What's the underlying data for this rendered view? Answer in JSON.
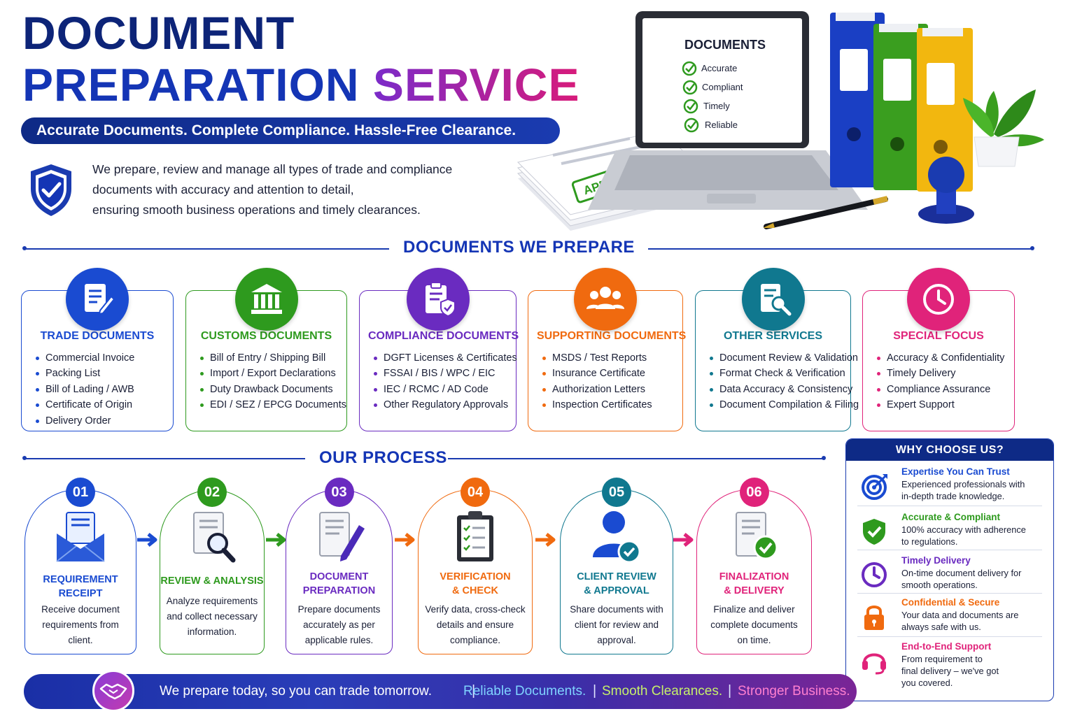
{
  "header": {
    "title_line1": "DOCUMENT",
    "title_line2_a": "PREPARATION",
    "title_line2_b": "SERVICE",
    "tagline": "Accurate Documents. Complete Compliance. Hassle-Free Clearance.",
    "intro_lines": [
      "We prepare, review and manage all types of trade and compliance",
      "documents with accuracy and attention to detail,",
      "ensuring smooth business operations and timely clearances."
    ]
  },
  "hero": {
    "screen_title": "DOCUMENTS",
    "checklist": [
      "Accurate",
      "Compliant",
      "Timely",
      "Reliable"
    ],
    "stamp_text": "APPROVED"
  },
  "documents_section": {
    "title": "DOCUMENTS WE PREPARE",
    "cards": [
      {
        "title": "TRADE DOCUMENTS",
        "color": "#1a4bd1",
        "icon": "document-pen-icon",
        "items": [
          "Commercial Invoice",
          "Packing List",
          "Bill of Lading / AWB",
          "Certificate of Origin",
          "Delivery Order"
        ]
      },
      {
        "title": "CUSTOMS DOCUMENTS",
        "color": "#2e9a1e",
        "icon": "bank-building-icon",
        "items": [
          "Bill of Entry / Shipping Bill",
          "Import / Export Declarations",
          "Duty Drawback Documents",
          "EDI / SEZ / EPCG Documents"
        ]
      },
      {
        "title": "COMPLIANCE DOCUMENTS",
        "color": "#6a2bc0",
        "icon": "clipboard-shield-icon",
        "items": [
          "DGFT Licenses & Certificates",
          "FSSAI / BIS / WPC / EIC",
          "IEC / RCMC / AD Code",
          "Other Regulatory Approvals"
        ]
      },
      {
        "title": "SUPPORTING DOCUMENTS",
        "color": "#f06a0f",
        "icon": "people-group-icon",
        "items": [
          "MSDS / Test Reports",
          "Insurance Certificate",
          "Authorization Letters",
          "Inspection Certificates"
        ]
      },
      {
        "title": "OTHER SERVICES",
        "color": "#10788f",
        "icon": "document-search-icon",
        "items": [
          "Document Review & Validation",
          "Format Check & Verification",
          "Data Accuracy & Consistency",
          "Document Compilation & Filing"
        ]
      },
      {
        "title": "SPECIAL FOCUS",
        "color": "#e0237a",
        "icon": "clock-icon",
        "items": [
          "Accuracy & Confidentiality",
          "Timely Delivery",
          "Compliance Assurance",
          "Expert Support"
        ]
      }
    ]
  },
  "process_section": {
    "title": "OUR PROCESS",
    "steps": [
      {
        "num": "01",
        "title1": "REQUIREMENT",
        "title2": "RECEIPT",
        "color": "#1a4bd1",
        "desc": [
          "Receive document",
          "requirements from client."
        ]
      },
      {
        "num": "02",
        "title1": "REVIEW & ANALYSIS",
        "title2": "",
        "color": "#2e9a1e",
        "desc": [
          "Analyze requirements",
          "and collect necessary",
          "information."
        ]
      },
      {
        "num": "03",
        "title1": "DOCUMENT",
        "title2": "PREPARATION",
        "color": "#6a2bc0",
        "desc": [
          "Prepare documents",
          "accurately as per",
          "applicable rules."
        ]
      },
      {
        "num": "04",
        "title1": "VERIFICATION",
        "title2": "& CHECK",
        "color": "#f06a0f",
        "desc": [
          "Verify data, cross-check",
          "details and ensure",
          "compliance."
        ]
      },
      {
        "num": "05",
        "title1": "CLIENT REVIEW",
        "title2": "& APPROVAL",
        "color": "#10788f",
        "desc": [
          "Share documents with",
          "client for review and",
          "approval."
        ]
      },
      {
        "num": "06",
        "title1": "FINALIZATION",
        "title2": "& DELIVERY",
        "color": "#e0237a",
        "desc": [
          "Finalize and deliver",
          "complete documents",
          "on time."
        ]
      }
    ]
  },
  "why_choose": {
    "title": "WHY CHOOSE US?",
    "items": [
      {
        "title": "Expertise You Can Trust",
        "color": "#1a4bd1",
        "desc": [
          "Experienced professionals with",
          "in-depth trade knowledge."
        ]
      },
      {
        "title": "Accurate & Compliant",
        "color": "#2e9a1e",
        "desc": [
          "100% accuracy with adherence",
          "to regulations."
        ]
      },
      {
        "title": "Timely Delivery",
        "color": "#6a2bc0",
        "desc": [
          "On-time document delivery for",
          "smooth operations."
        ]
      },
      {
        "title": "Confidential & Secure",
        "color": "#f06a0f",
        "desc": [
          "Your data and documents are",
          "always safe with us."
        ]
      },
      {
        "title": "End-to-End Support",
        "color": "#e0237a",
        "desc": [
          "From requirement to",
          "final delivery – we've got",
          "you covered."
        ]
      }
    ]
  },
  "banner": {
    "main": "We prepare today, so you can trade tomorrow.",
    "t1": "Reliable Documents.",
    "t2": "Smooth Clearances.",
    "t3": "Stronger Business.",
    "sep": "|",
    "t1_color": "#7fd3ff",
    "t2_color": "#c6f06a",
    "t3_color": "#ff7fcf"
  }
}
